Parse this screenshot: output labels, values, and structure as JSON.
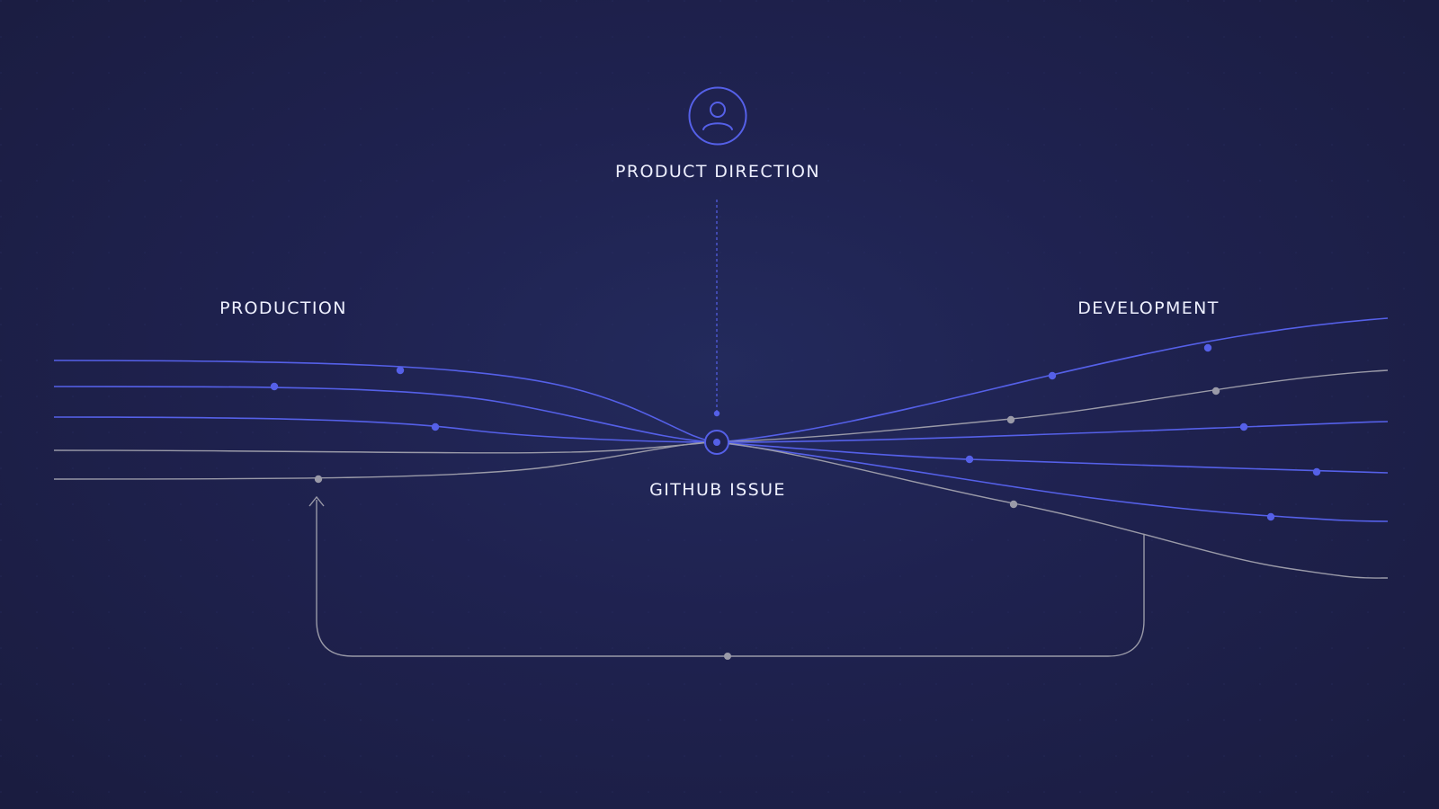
{
  "labels": {
    "product_direction": "PRODUCT DIRECTION",
    "production": "PRODUCTION",
    "development": "DEVELOPMENT",
    "github_issue": "GITHUB ISSUE"
  },
  "colors": {
    "background": "#1f2250",
    "blue_line": "#5560e8",
    "gray_line": "#9a9aa8",
    "text": "#eef0ff"
  },
  "icons": {
    "top_node": "person-icon",
    "center_node": "hub-node-icon",
    "loop_arrow": "arrow-up-icon"
  }
}
